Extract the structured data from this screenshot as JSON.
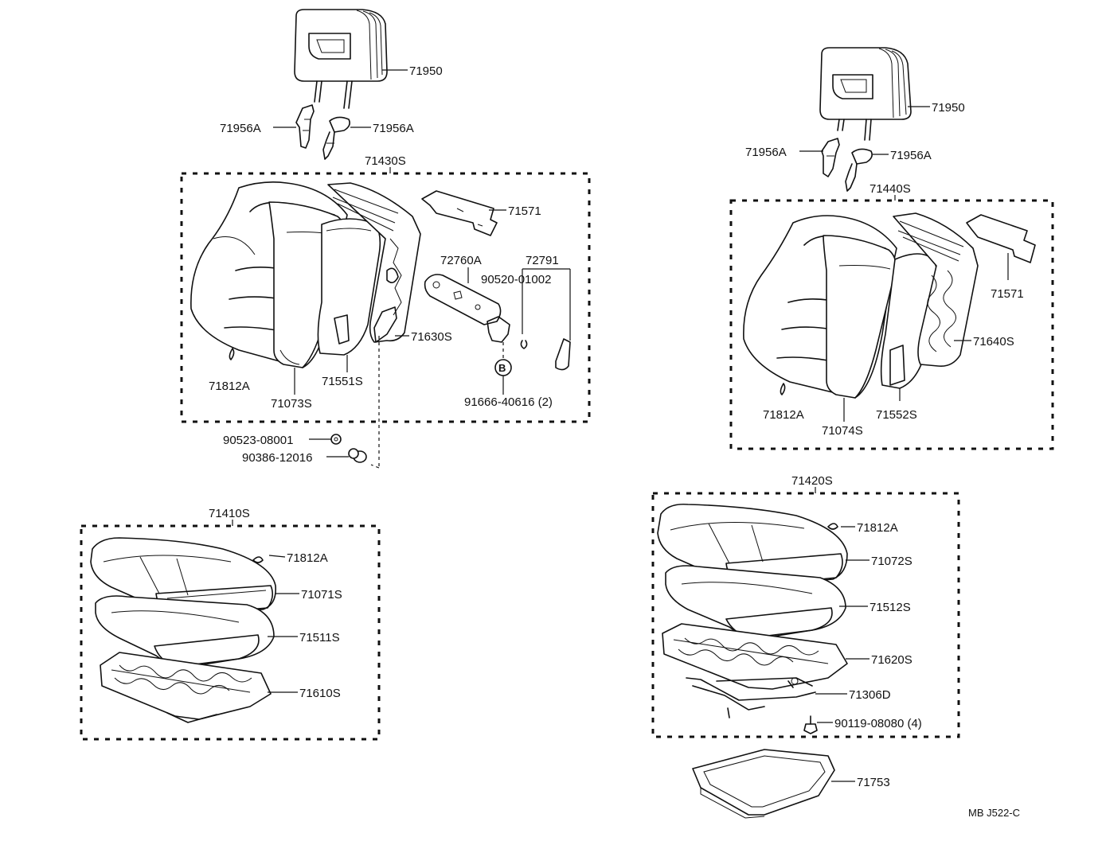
{
  "drawing_code": "MB J522-C",
  "labels": {
    "l_71950_a": "71950",
    "l_71956a_a1": "71956A",
    "l_71956a_a2": "71956A",
    "l_71430s": "71430S",
    "l_71571_a": "71571",
    "l_72760a": "72760A",
    "l_72791": "72791",
    "l_90520": "90520-01002",
    "l_71630s": "71630S",
    "l_71812a_a": "71812A",
    "l_71551s": "71551S",
    "l_71073s": "71073S",
    "l_91666": "91666-40616 (2)",
    "l_b_marker": "B",
    "l_90523": "90523-08001",
    "l_90386": "90386-12016",
    "l_71410s": "71410S",
    "l_71812a_c": "71812A",
    "l_71071s": "71071S",
    "l_71511s": "71511S",
    "l_71610s": "71610S",
    "l_71950_b": "71950",
    "l_71956a_b1": "71956A",
    "l_71956a_b2": "71956A",
    "l_71440s": "71440S",
    "l_71571_b": "71571",
    "l_71640s": "71640S",
    "l_71812a_b": "71812A",
    "l_71552s": "71552S",
    "l_71074s": "71074S",
    "l_71420s": "71420S",
    "l_71812a_d": "71812A",
    "l_71072s": "71072S",
    "l_71512s": "71512S",
    "l_71620s": "71620S",
    "l_71306d": "71306D",
    "l_90119": "90119-08080 (4)",
    "l_71753": "71753"
  }
}
